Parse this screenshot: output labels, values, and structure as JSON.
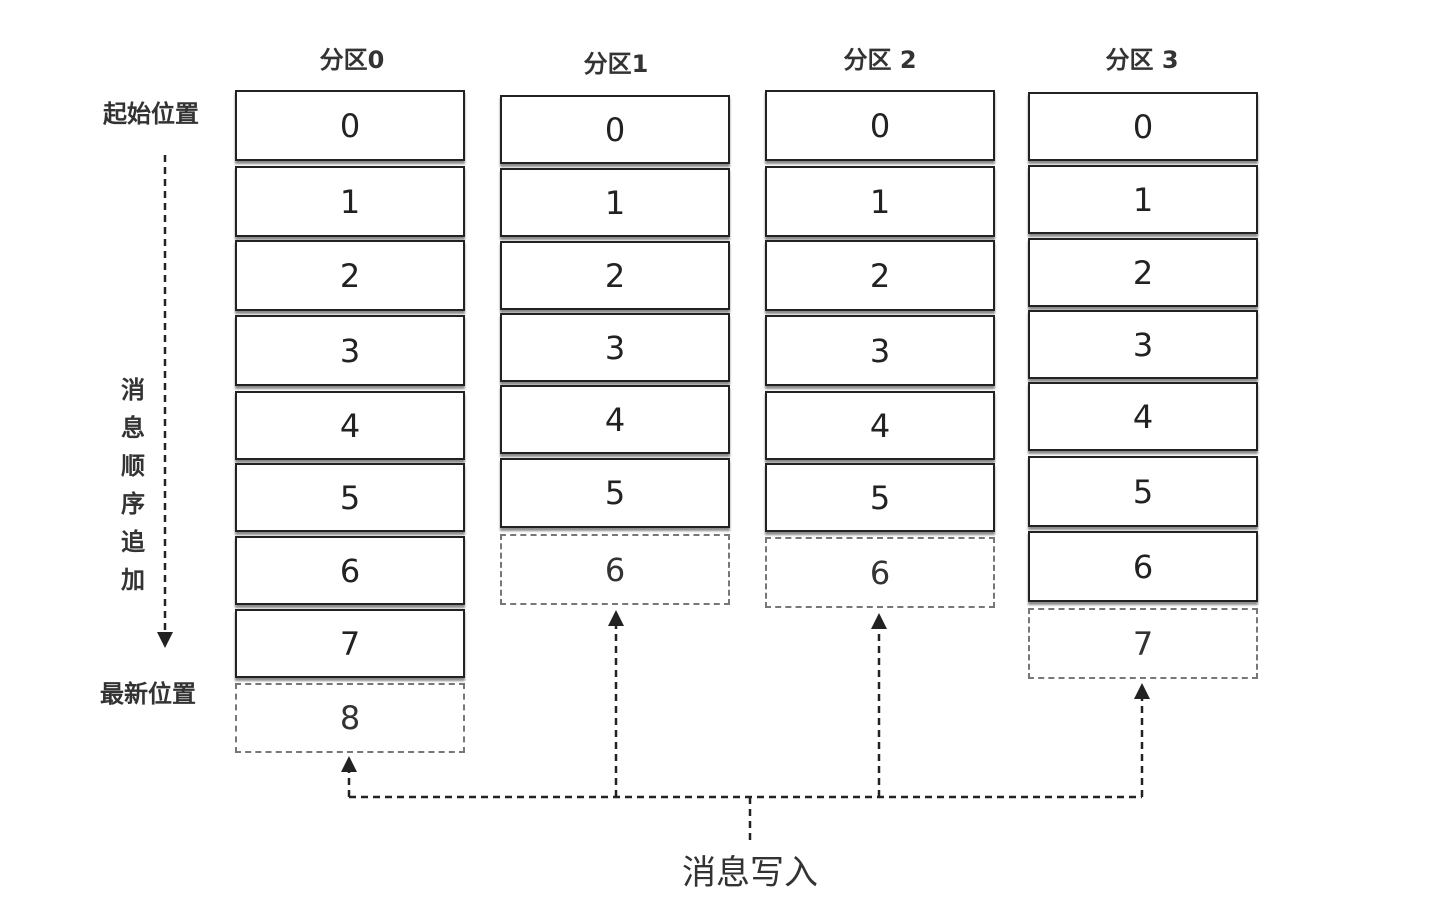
{
  "partitions": [
    {
      "title": "分区0",
      "messages": [
        "0",
        "1",
        "2",
        "3",
        "4",
        "5",
        "6",
        "7"
      ],
      "pending": "8"
    },
    {
      "title": "分区1",
      "messages": [
        "0",
        "1",
        "2",
        "3",
        "4",
        "5"
      ],
      "pending": "6"
    },
    {
      "title": "分区 2",
      "messages": [
        "0",
        "1",
        "2",
        "3",
        "4",
        "5"
      ],
      "pending": "6"
    },
    {
      "title": "分区 3",
      "messages": [
        "0",
        "1",
        "2",
        "3",
        "4",
        "5",
        "6"
      ],
      "pending": "7"
    }
  ],
  "labels": {
    "start_position": "起始位置",
    "latest_position": "最新位置",
    "append_order": "消息顺序追加",
    "message_write": "消息写入"
  }
}
